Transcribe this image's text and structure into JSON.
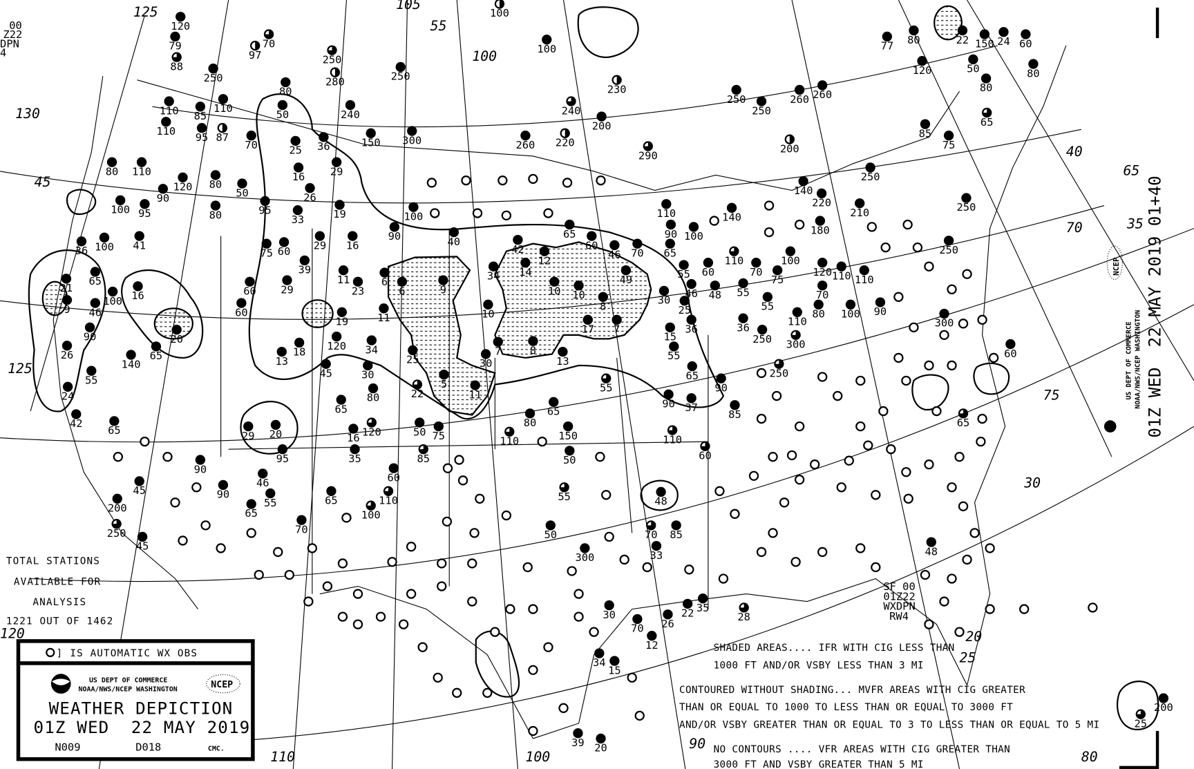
{
  "title_block": {
    "automatic_obs_symbol": "O]",
    "automatic_obs_label": "IS AUTOMATIC WX OBS",
    "agency_line1": "US DEPT OF COMMERCE",
    "agency_line2": "NOAA/NWS/NCEP WASHINGTON",
    "ncep_logo": "NCEP",
    "chart_title": "WEATHER DEPICTION",
    "valid_time": "01Z WED  22 MAY 2019",
    "code_left": "N009",
    "code_mid": "D018",
    "code_right": "CMC."
  },
  "station_count": {
    "line1": "TOTAL STATIONS",
    "line2": "AVAILABLE FOR",
    "line3": "ANALYSIS",
    "line4": "1221 OUT OF 1462"
  },
  "product_id": {
    "line1": "SF 00",
    "line2": "01Z22",
    "line3": "WXDPN",
    "line4": "RW4"
  },
  "product_id_partial": {
    "line1": "00",
    "line2": "Z22",
    "line3": "DPN",
    "line4": "4"
  },
  "side_title": {
    "valid_time": "01Z WED  22 MAY 2019 01+40",
    "agency_line1": "US DEPT OF COMMERCE",
    "agency_line2": "NOAA/NWS/NCEP WASHINGTON",
    "ncep_logo": "NCEP"
  },
  "legend_notes": {
    "shaded_1": "SHADED AREAS.... IFR WITH CIG LESS THAN",
    "shaded_2": "1000 FT AND/OR VSBY LESS THAN 3 MI",
    "contoured_1": "CONTOURED WITHOUT SHADING... MVFR AREAS WITH CIG GREATER",
    "contoured_2": "THAN OR EQUAL TO 1000 TO LESS THAN OR EQUAL TO 3000 FT",
    "contoured_3": "AND/OR VSBY GREATER THAN OR EQUAL TO 3 TO LESS THAN OR EQUAL TO 5 MI",
    "none_1": "NO CONTOURS .... VFR AREAS WITH CIG GREATER THAN",
    "none_2": "3000 FT AND VSBY GREATER THAN 5 MI"
  },
  "grid_labels": [
    "125",
    "130",
    "45",
    "105",
    "55",
    "100",
    "40",
    "70",
    "75",
    "30",
    "65",
    "35",
    "125",
    "120",
    "110",
    "100",
    "90",
    "80",
    "20",
    "25"
  ],
  "stations": [
    [
      "F",
      "120"
    ],
    [
      "F",
      "79"
    ],
    [
      "B",
      "88"
    ],
    [
      "B",
      "70"
    ],
    [
      "S",
      "97"
    ],
    [
      "F",
      "250"
    ],
    [
      "F",
      "80"
    ],
    [
      "F",
      "50"
    ],
    [
      "F",
      "110"
    ],
    [
      "F",
      "110"
    ],
    [
      "F",
      "110"
    ],
    [
      "F",
      "85"
    ],
    [
      "F",
      "95"
    ],
    [
      "S",
      "87"
    ],
    [
      "F",
      "70"
    ],
    [
      "F",
      "25"
    ],
    [
      "F",
      "36"
    ],
    [
      "F",
      "150"
    ],
    [
      "F",
      "300"
    ],
    [
      "B",
      "250"
    ],
    [
      "S",
      "280"
    ],
    [
      "F",
      "240"
    ],
    [
      "F",
      "250"
    ],
    [
      "F",
      "100"
    ],
    [
      "S",
      "100"
    ],
    [
      "B",
      "240"
    ],
    [
      "F",
      "200"
    ],
    [
      "S",
      "230"
    ],
    [
      "F",
      "260"
    ],
    [
      "S",
      "220"
    ],
    [
      "B",
      "290"
    ],
    [
      "F",
      "250"
    ],
    [
      "F",
      "250"
    ],
    [
      "F",
      "260"
    ],
    [
      "F",
      "260"
    ],
    [
      "S",
      "200"
    ],
    [
      "F",
      "77"
    ],
    [
      "F",
      "80"
    ],
    [
      "F",
      "120"
    ],
    [
      "F",
      "22"
    ],
    [
      "F",
      "150"
    ],
    [
      "F",
      "50"
    ],
    [
      "F",
      "80"
    ],
    [
      "F",
      "80"
    ],
    [
      "F",
      "24"
    ],
    [
      "F",
      "60"
    ],
    [
      "B",
      "65"
    ],
    [
      "F",
      "85"
    ],
    [
      "F",
      "75"
    ],
    [
      "F",
      "250"
    ],
    [
      "F",
      "210"
    ],
    [
      "F",
      "220"
    ],
    [
      "F",
      "140"
    ],
    [
      "F",
      "180"
    ],
    [
      "F",
      "250"
    ],
    [
      "F",
      "250"
    ],
    [
      "F",
      "60"
    ],
    [
      "B",
      "65"
    ],
    [
      "F",
      "300"
    ],
    [
      "F",
      "90"
    ],
    [
      "F",
      "100"
    ],
    [
      "F",
      "110"
    ],
    [
      "F",
      "110"
    ],
    [
      "F",
      "120"
    ],
    [
      "F",
      "70"
    ],
    [
      "F",
      "80"
    ],
    [
      "B",
      "300"
    ],
    [
      "F",
      "110"
    ],
    [
      "F",
      "250"
    ],
    [
      "F",
      "36"
    ],
    [
      "F",
      "55"
    ],
    [
      "F",
      "70"
    ],
    [
      "F",
      "75"
    ],
    [
      "F",
      "100"
    ],
    [
      "B",
      "110"
    ],
    [
      "F",
      "140"
    ],
    [
      "F",
      "55"
    ],
    [
      "F",
      "60"
    ],
    [
      "F",
      "48"
    ],
    [
      "F",
      "55"
    ],
    [
      "F",
      "46"
    ],
    [
      "F",
      "110"
    ],
    [
      "F",
      "100"
    ],
    [
      "F",
      "90"
    ],
    [
      "F",
      "65"
    ],
    [
      "F",
      "70"
    ],
    [
      "F",
      "49"
    ],
    [
      "F",
      "46"
    ],
    [
      "F",
      "60"
    ],
    [
      "F",
      "65"
    ],
    [
      "F",
      "100"
    ],
    [
      "F",
      "90"
    ],
    [
      "F",
      "40"
    ],
    [
      "F",
      "6"
    ],
    [
      "F",
      "6"
    ],
    [
      "F",
      "9"
    ],
    [
      "F",
      "10"
    ],
    [
      "F",
      "7"
    ],
    [
      "F",
      "8"
    ],
    [
      "F",
      "30"
    ],
    [
      "F",
      "13"
    ],
    [
      "F",
      "11"
    ],
    [
      "B",
      "22"
    ],
    [
      "F",
      "5"
    ],
    [
      "F",
      "25"
    ],
    [
      "F",
      "34"
    ],
    [
      "F",
      "30"
    ],
    [
      "F",
      "80"
    ],
    [
      "F",
      "65"
    ],
    [
      "B",
      "120"
    ],
    [
      "F",
      "16"
    ],
    [
      "F",
      "35"
    ],
    [
      "F",
      "50"
    ],
    [
      "F",
      "75"
    ],
    [
      "B",
      "85"
    ],
    [
      "B",
      "110"
    ],
    [
      "F",
      "80"
    ],
    [
      "F",
      "65"
    ],
    [
      "F",
      "150"
    ],
    [
      "F",
      "50"
    ],
    [
      "B",
      "55"
    ],
    [
      "F",
      "50"
    ],
    [
      "F",
      "300"
    ],
    [
      "F",
      "60"
    ],
    [
      "B",
      "100"
    ],
    [
      "B",
      "110"
    ],
    [
      "F",
      "65"
    ],
    [
      "F",
      "46"
    ],
    [
      "F",
      "55"
    ],
    [
      "F",
      "65"
    ],
    [
      "F",
      "70"
    ],
    [
      "F",
      "95"
    ],
    [
      "F",
      "20"
    ],
    [
      "F",
      "29"
    ],
    [
      "F",
      "90"
    ],
    [
      "F",
      "90"
    ],
    [
      "F",
      "45"
    ],
    [
      "F",
      "200"
    ],
    [
      "B",
      "250"
    ],
    [
      "F",
      "45"
    ],
    [
      "F",
      "65"
    ],
    [
      "F",
      "42"
    ],
    [
      "F",
      "55"
    ],
    [
      "F",
      "140"
    ],
    [
      "F",
      "65"
    ],
    [
      "F",
      "20"
    ],
    [
      "F",
      "26"
    ],
    [
      "F",
      "24"
    ],
    [
      "F",
      "90"
    ],
    [
      "F",
      "65"
    ],
    [
      "F",
      "46"
    ],
    [
      "F",
      "100"
    ],
    [
      "F",
      "16"
    ],
    [
      "F",
      "21"
    ],
    [
      "F",
      "9"
    ],
    [
      "F",
      "36"
    ],
    [
      "F",
      "100"
    ],
    [
      "F",
      "41"
    ],
    [
      "F",
      "100"
    ],
    [
      "F",
      "95"
    ],
    [
      "F",
      "80"
    ],
    [
      "F",
      "110"
    ],
    [
      "F",
      "90"
    ],
    [
      "F",
      "120"
    ],
    [
      "F",
      "80"
    ],
    [
      "F",
      "80"
    ],
    [
      "F",
      "50"
    ],
    [
      "F",
      "95"
    ],
    [
      "F",
      "33"
    ],
    [
      "F",
      "16"
    ],
    [
      "F",
      "26"
    ],
    [
      "F",
      "29"
    ],
    [
      "F",
      "19"
    ],
    [
      "F",
      "16"
    ],
    [
      "F",
      "29"
    ],
    [
      "F",
      "75"
    ],
    [
      "F",
      "60"
    ],
    [
      "F",
      "39"
    ],
    [
      "F",
      "60"
    ],
    [
      "F",
      "29"
    ],
    [
      "F",
      "60"
    ],
    [
      "F",
      "19"
    ],
    [
      "F",
      "11"
    ],
    [
      "F",
      "23"
    ],
    [
      "F",
      "11"
    ],
    [
      "F",
      "120"
    ],
    [
      "F",
      "45"
    ],
    [
      "F",
      "18"
    ],
    [
      "F",
      "13"
    ],
    [
      "B",
      "55"
    ],
    [
      "F",
      "90"
    ],
    [
      "F",
      "37"
    ],
    [
      "F",
      "90"
    ],
    [
      "F",
      "85"
    ],
    [
      "F",
      "65"
    ],
    [
      "F",
      "55"
    ],
    [
      "F",
      "15"
    ],
    [
      "F",
      "36"
    ],
    [
      "F",
      "25"
    ],
    [
      "F",
      "30"
    ],
    [
      "B",
      "110"
    ],
    [
      "B",
      "60"
    ],
    [
      "F",
      "48"
    ],
    [
      "B",
      "70"
    ],
    [
      "F",
      "85"
    ],
    [
      "F",
      "33"
    ],
    [
      "F",
      "26"
    ],
    [
      "F",
      "22"
    ],
    [
      "F",
      "35"
    ],
    [
      "B",
      "28"
    ],
    [
      "F",
      "30"
    ],
    [
      "F",
      "70"
    ],
    [
      "F",
      "12"
    ],
    [
      "F",
      "15"
    ],
    [
      "F",
      "34"
    ],
    [
      "F",
      "39"
    ],
    [
      "F",
      "20"
    ],
    [
      "F",
      "48"
    ],
    [
      "B",
      "25"
    ],
    [
      "F",
      "200"
    ],
    [
      "B",
      "250"
    ],
    [
      "F",
      "14"
    ],
    [
      "F",
      "12"
    ],
    [
      "F",
      "10"
    ],
    [
      "F",
      "42"
    ],
    [
      "F",
      "34"
    ],
    [
      "F",
      "10"
    ],
    [
      "F",
      "8"
    ],
    [
      "F",
      "17"
    ],
    [
      "F",
      "7"
    ]
  ]
}
